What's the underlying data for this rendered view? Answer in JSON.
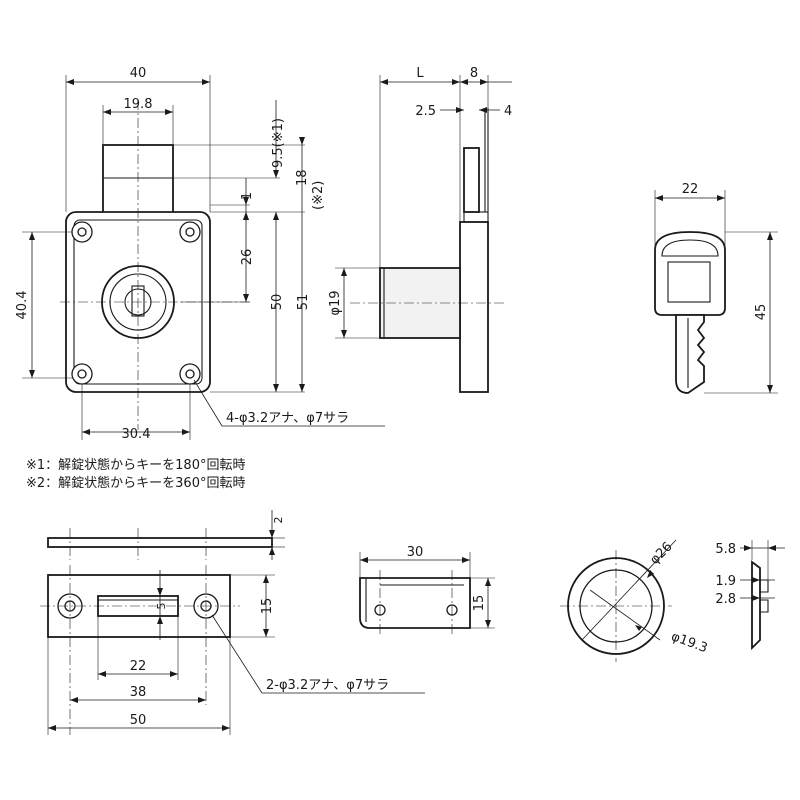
{
  "lock_front": {
    "dim_width": "40",
    "dim_body_width": "19.8",
    "dim_throw1": "9.5(※1)",
    "dim_throw2": "18",
    "dim_throw2_note": "(※2)",
    "dim_offset": "1",
    "dim_center": "26",
    "dim_height_50": "50",
    "dim_height_51": "51",
    "dim_height_left": "40.4",
    "dim_hole_pitch": "30.4",
    "hole_callout": "4-φ3.2アナ、φ7サラ"
  },
  "lock_side": {
    "dim_length": "L",
    "dim_flange": "8",
    "dim_bolt": "2.5",
    "dim_bolt_right": "4",
    "dim_cylinder": "φ19"
  },
  "key": {
    "dim_width": "22",
    "dim_height": "45"
  },
  "notes": [
    "※1：解錠状態からキーを180°回転時",
    "※2：解錠状態からキーを360°回転時"
  ],
  "strike_plate": {
    "dim_thickness": "2",
    "dim_slot": "5",
    "dim_height": "15",
    "dim_slot_width": "22",
    "dim_hole_pitch": "38",
    "dim_width": "50",
    "hole_callout": "2-φ3.2アナ、φ7サラ"
  },
  "strike_box": {
    "dim_width": "30",
    "dim_height": "15"
  },
  "escutcheon": {
    "dim_outer": "φ26",
    "dim_inner": "φ19.3",
    "dim_depth": "5.8",
    "dim_step1": "1.9",
    "dim_step2": "2.8"
  }
}
